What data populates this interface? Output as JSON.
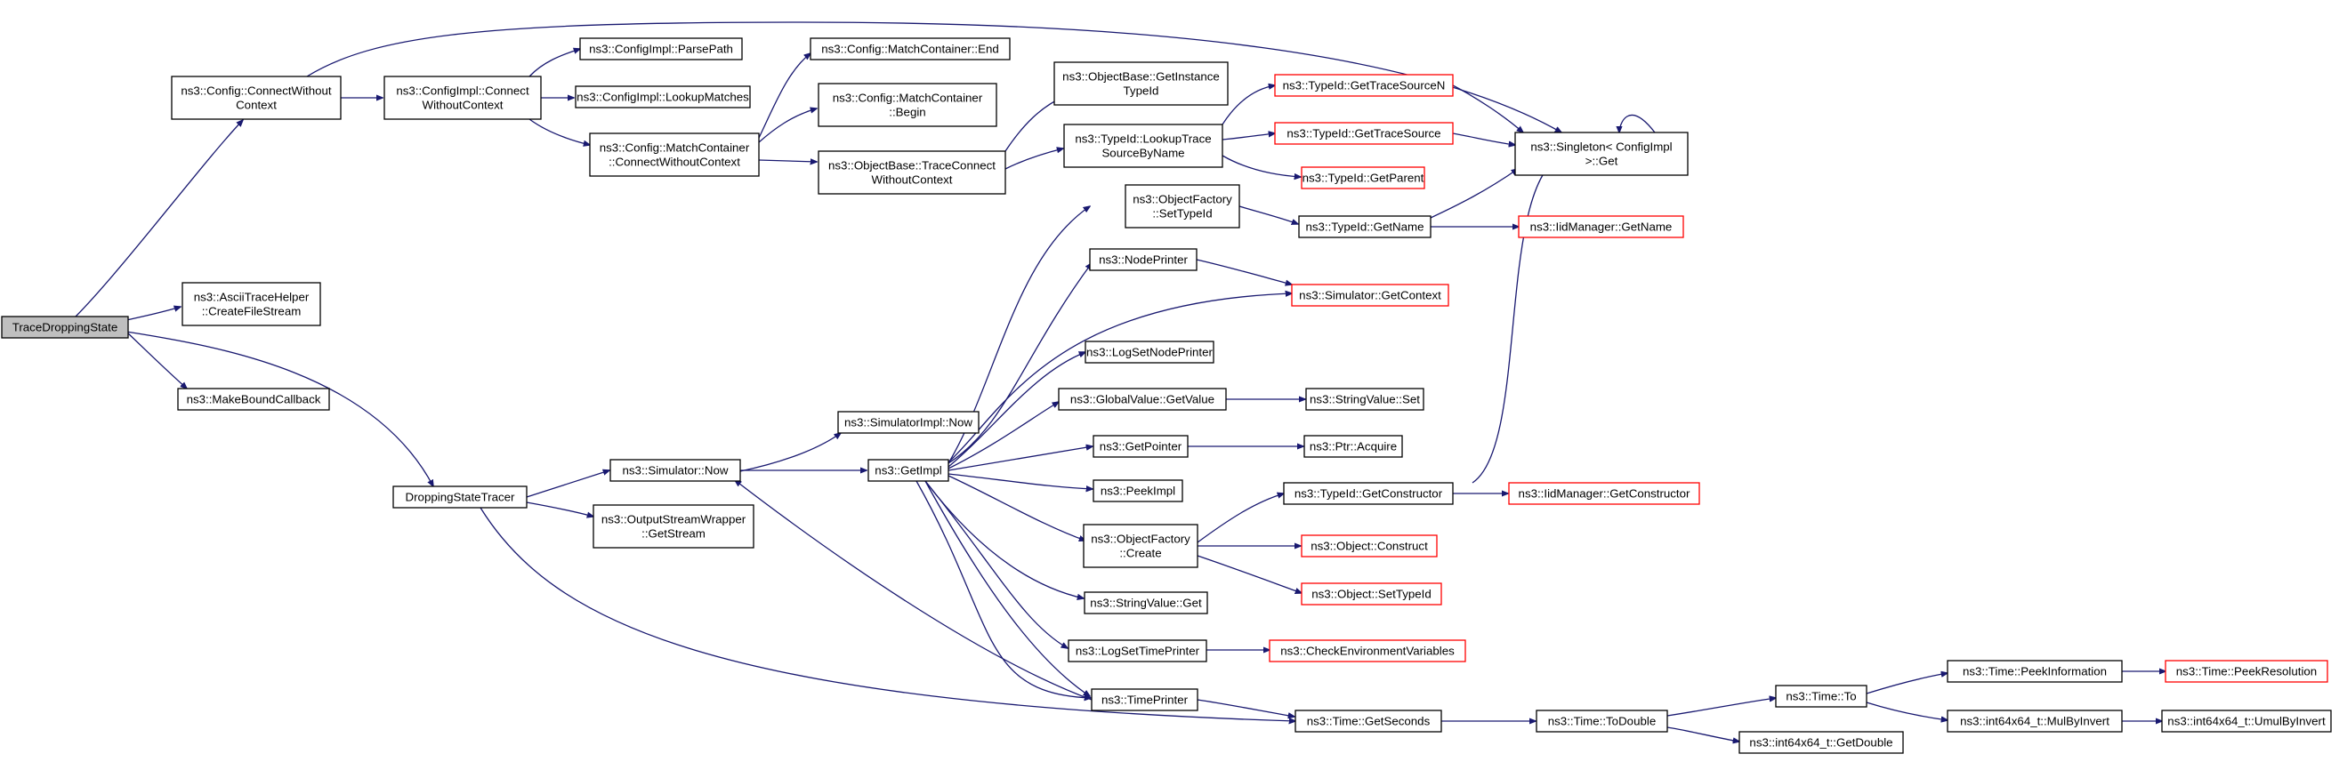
{
  "colors": {
    "edge": "#191970",
    "node_border": "#000000",
    "node_border_truncated": "#ff0000",
    "root_fill": "#bfbfbf",
    "node_fill": "#ffffff"
  },
  "nodes": {
    "tds": {
      "lines": [
        "TraceDroppingState"
      ],
      "variant": "root"
    },
    "cwc": {
      "lines": [
        "ns3::Config::ConnectWithout",
        "Context"
      ]
    },
    "ath": {
      "lines": [
        "ns3::AsciiTraceHelper",
        "::CreateFileStream"
      ]
    },
    "mbc": {
      "lines": [
        "ns3::MakeBoundCallback"
      ]
    },
    "dst": {
      "lines": [
        "DroppingStateTracer"
      ]
    },
    "cicwc": {
      "lines": [
        "ns3::ConfigImpl::Connect",
        "WithoutContext"
      ]
    },
    "pp": {
      "lines": [
        "ns3::ConfigImpl::ParsePath"
      ]
    },
    "lm": {
      "lines": [
        "ns3::ConfigImpl::LookupMatches"
      ]
    },
    "mccwc": {
      "lines": [
        "ns3::Config::MatchContainer",
        "::ConnectWithoutContext"
      ]
    },
    "mce": {
      "lines": [
        "ns3::Config::MatchContainer::End"
      ]
    },
    "mcb": {
      "lines": [
        "ns3::Config::MatchContainer",
        "::Begin"
      ]
    },
    "obtc": {
      "lines": [
        "ns3::ObjectBase::TraceConnect",
        "WithoutContext"
      ]
    },
    "obgi": {
      "lines": [
        "ns3::ObjectBase::GetInstance",
        "TypeId"
      ]
    },
    "ltsn": {
      "lines": [
        "ns3::TypeId::LookupTrace",
        "SourceByName"
      ]
    },
    "gtsn": {
      "lines": [
        "ns3::TypeId::GetTraceSourceN"
      ],
      "variant": "truncated"
    },
    "gts": {
      "lines": [
        "ns3::TypeId::GetTraceSource"
      ],
      "variant": "truncated"
    },
    "gp": {
      "lines": [
        "ns3::TypeId::GetParent"
      ],
      "variant": "truncated"
    },
    "sg": {
      "lines": [
        "ns3::Singleton< ConfigImpl",
        " >::Get"
      ]
    },
    "ofst": {
      "lines": [
        "ns3::ObjectFactory",
        "::SetTypeId"
      ]
    },
    "tgn": {
      "lines": [
        "ns3::TypeId::GetName"
      ]
    },
    "imgn": {
      "lines": [
        "ns3::IidManager::GetName"
      ],
      "variant": "truncated"
    },
    "np": {
      "lines": [
        "ns3::NodePrinter"
      ]
    },
    "sgc": {
      "lines": [
        "ns3::Simulator::GetContext"
      ],
      "variant": "truncated"
    },
    "lsnp": {
      "lines": [
        "ns3::LogSetNodePrinter"
      ]
    },
    "gvgv": {
      "lines": [
        "ns3::GlobalValue::GetValue"
      ]
    },
    "svs": {
      "lines": [
        "ns3::StringValue::Set"
      ]
    },
    "siNow": {
      "lines": [
        "ns3::SimulatorImpl::Now"
      ]
    },
    "simNow": {
      "lines": [
        "ns3::Simulator::Now"
      ]
    },
    "gi": {
      "lines": [
        "ns3::GetImpl"
      ]
    },
    "gptr": {
      "lines": [
        "ns3::GetPointer"
      ]
    },
    "pacq": {
      "lines": [
        "ns3::Ptr::Acquire"
      ]
    },
    "pimpl": {
      "lines": [
        "ns3::PeekImpl"
      ]
    },
    "osw": {
      "lines": [
        "ns3::OutputStreamWrapper",
        "::GetStream"
      ]
    },
    "tgc": {
      "lines": [
        "ns3::TypeId::GetConstructor"
      ]
    },
    "imgc": {
      "lines": [
        "ns3::IidManager::GetConstructor"
      ],
      "variant": "truncated"
    },
    "ofc": {
      "lines": [
        "ns3::ObjectFactory",
        "::Create"
      ]
    },
    "oc": {
      "lines": [
        "ns3::Object::Construct"
      ],
      "variant": "truncated"
    },
    "ost": {
      "lines": [
        "ns3::Object::SetTypeId"
      ],
      "variant": "truncated"
    },
    "svg": {
      "lines": [
        "ns3::StringValue::Get"
      ]
    },
    "lstp": {
      "lines": [
        "ns3::LogSetTimePrinter"
      ]
    },
    "cev": {
      "lines": [
        "ns3::CheckEnvironmentVariables"
      ],
      "variant": "truncated"
    },
    "tp": {
      "lines": [
        "ns3::TimePrinter"
      ]
    },
    "tgs": {
      "lines": [
        "ns3::Time::GetSeconds"
      ]
    },
    "ttd": {
      "lines": [
        "ns3::Time::ToDouble"
      ]
    },
    "tto": {
      "lines": [
        "ns3::Time::To"
      ]
    },
    "igd": {
      "lines": [
        "ns3::int64x64_t::GetDouble"
      ]
    },
    "tpi": {
      "lines": [
        "ns3::Time::PeekInformation"
      ]
    },
    "tpr": {
      "lines": [
        "ns3::Time::PeekResolution"
      ],
      "variant": "truncated"
    },
    "mbi": {
      "lines": [
        "ns3::int64x64_t::MulByInvert"
      ]
    },
    "umbi": {
      "lines": [
        "ns3::int64x64_t::UmulByInvert"
      ]
    }
  }
}
